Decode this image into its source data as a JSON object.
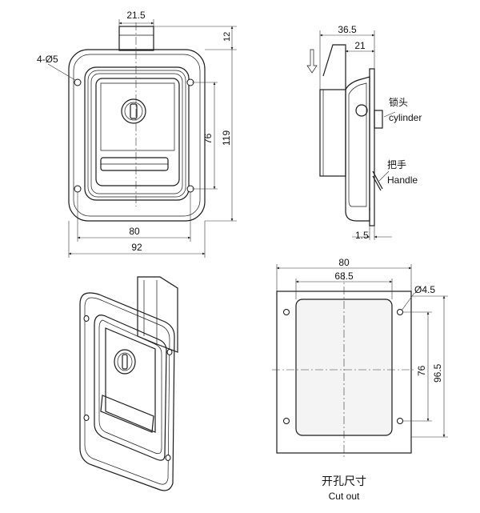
{
  "front_view": {
    "dim_top_tab": "21.5",
    "dim_holes": "4-Ø5",
    "dim_right_top": "12",
    "dim_inner_height": "76",
    "dim_outer_height": "119",
    "dim_inner_width": "80",
    "dim_outer_width": "92"
  },
  "side_view": {
    "dim_total_depth": "36.5",
    "dim_depth": "21",
    "dim_flange": "1.5",
    "label_cylinder_cn": "锁头",
    "label_cylinder_en": "cylinder",
    "label_handle_cn": "把手",
    "label_handle_en": "Handle"
  },
  "cutout_view": {
    "dim_outer_width": "80",
    "dim_inner_width": "68.5",
    "dim_hole": "Ø4.5",
    "dim_inner_height": "76",
    "dim_outer_height": "96.5",
    "title_cn": "开孔尺寸",
    "title_en": "Cut out"
  }
}
